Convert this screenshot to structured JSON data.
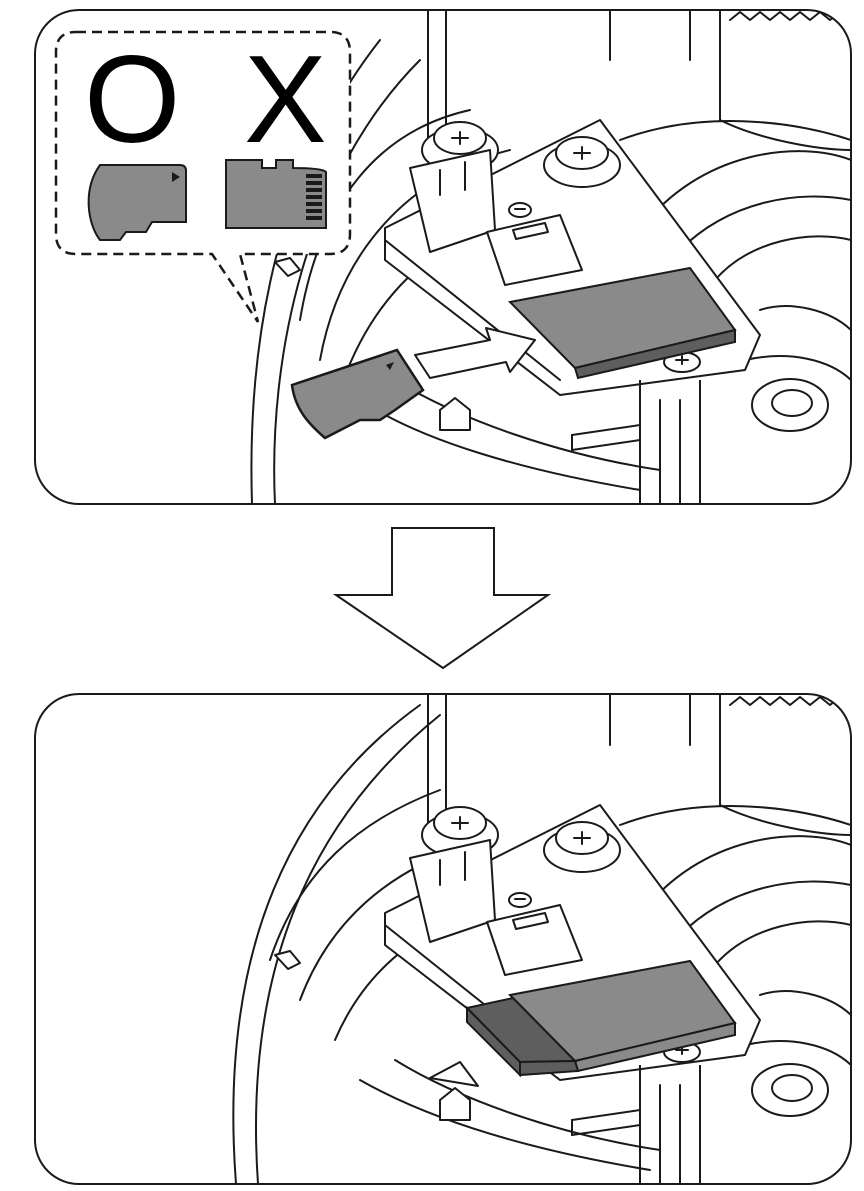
{
  "callout": {
    "correct_mark": "O",
    "wrong_mark": "X",
    "correct_card_icon": "microsd-card-icon",
    "wrong_card_icon": "full-size-sd-card-icon"
  },
  "colors": {
    "outline": "#1a1a1a",
    "card_gray": "#8a8a8a",
    "card_dark": "#5e5e5e",
    "slot_gray": "#7a7a7a",
    "background": "#ffffff"
  },
  "steps": [
    {
      "name": "insert-card-step",
      "icon": "insert-arrow-icon"
    },
    {
      "name": "card-inserted-step",
      "icon": "eject-triangle-icon"
    }
  ],
  "transition_icon": "down-arrow-icon"
}
